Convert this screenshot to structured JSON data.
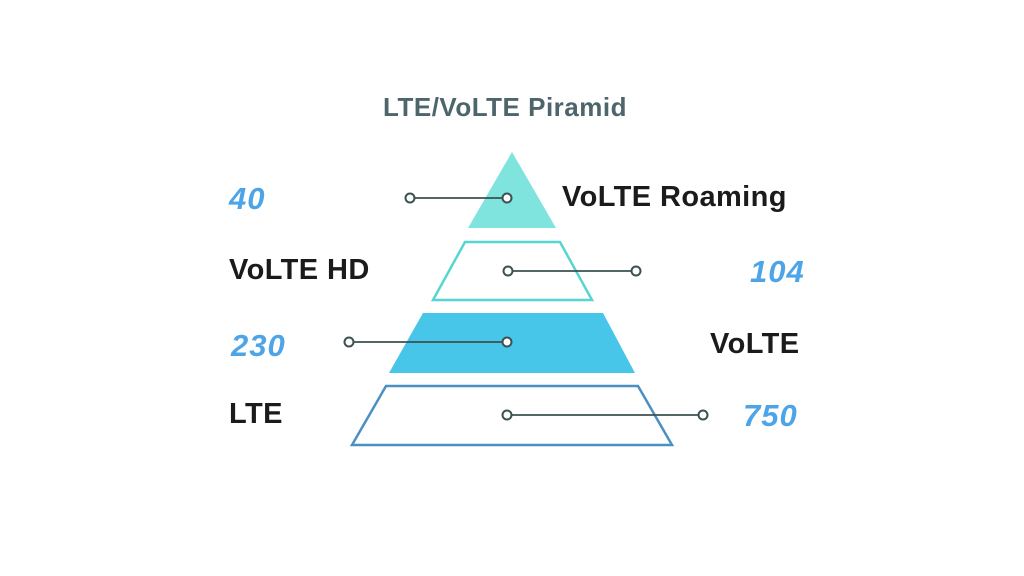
{
  "title": "LTE/VoLTE Piramid",
  "colors": {
    "title": "#4e656c",
    "value_text": "#4da5e8",
    "label_text": "#1b1b1b",
    "tier1_fill": "#7fe3de",
    "tier2_stroke": "#57d5d1",
    "tier3_fill": "#47c6ea",
    "tier4_stroke": "#4a90c2",
    "connector": "#3d5050",
    "background": "#ffffff"
  },
  "chart_data": {
    "type": "pyramid",
    "title": "LTE/VoLTE Piramid",
    "tiers": [
      {
        "label": "VoLTE Roaming",
        "value": 40,
        "value_side": "left",
        "style": "filled-teal"
      },
      {
        "label": "VoLTE HD",
        "value": 104,
        "value_side": "right",
        "style": "outlined-teal"
      },
      {
        "label": "VoLTE",
        "value": 230,
        "value_side": "left",
        "style": "filled-blue"
      },
      {
        "label": "LTE",
        "value": 750,
        "value_side": "right",
        "style": "outlined-blue"
      }
    ],
    "legend_position": "none",
    "grid": false
  },
  "labels": {
    "tier1_value": "40",
    "tier1_label": "VoLTE Roaming",
    "tier2_label": "VoLTE HD",
    "tier2_value": "104",
    "tier3_value": "230",
    "tier3_label": "VoLTE",
    "tier4_label": "LTE",
    "tier4_value": "750"
  }
}
